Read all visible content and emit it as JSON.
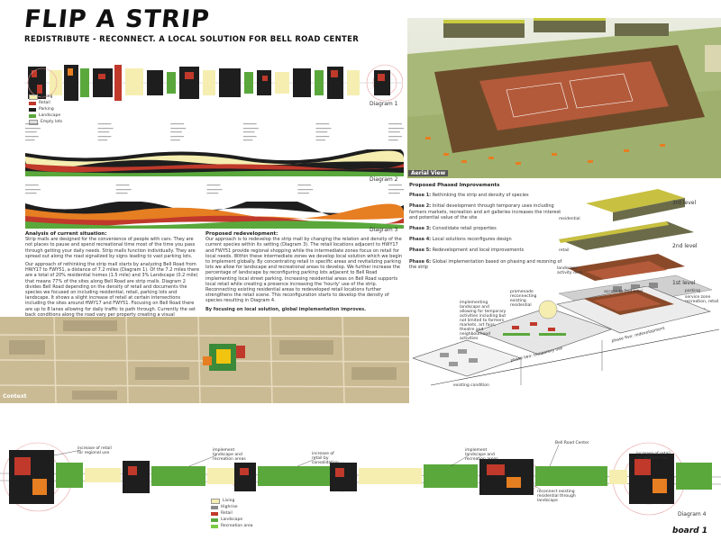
{
  "header": {
    "title": "FLIP A STRIP",
    "subtitle": "REDISTRIBUTE - RECONNECT. A LOCAL SOLUTION FOR BELL ROAD CENTER"
  },
  "diagrams": {
    "d1": "Diagram 1",
    "d2": "Diagram 2",
    "d3": "Diagram 3",
    "d4": "Diagram 4"
  },
  "legend_top": [
    "Living",
    "Retail",
    "Parking",
    "Landscape",
    "Empty lots"
  ],
  "legend_bottom": [
    "Living",
    "Highrise",
    "Retail",
    "Landscape",
    "Recreation area"
  ],
  "colors": {
    "living": "#f5eeb0",
    "retail": "#c0392b",
    "parking": "#1e1e1e",
    "landscape": "#5aa83c",
    "recreation": "#7ac943",
    "highrise": "#8a8a8a",
    "orange": "#e67e22"
  },
  "analysis": {
    "heading": "Analysis of current situation:",
    "p1": "Strip malls are designed for the convenience of people with cars. They are not places to pause and spend recreational time most of the time you pass through getting your daily needs. Strip malls function individually. They are spread out along the road signalized by signs leading to vast parking lots.",
    "p2": "Our approach of rethinking the strip mall starts by analyzing Bell Road from HWY17 to FWY51, a distance of 7.2 miles (Diagram 1). Of the 7.2 miles there are a total of 20% residential homes (1.5 mile) and 3% Landscape (0.2 mile) that means 77% of the sites along Bell Road are strip malls. Diagram 2 divides Bell Road depending on the density of retail and documents the species we focused on including residential, retail, parking lots and landscape. It shows a slight increase of retail at certain intersections including the sites around HWY17 and FWY51. Focusing on Bell Road there are up to 8 lanes allowing for daily traffic to path through. Currently the set back conditions along the road vary per property creating a visual interruption. The numbers show that the relationship to the total retail and parking are vast. Retail occupies about % of the site while the parking absorbs %."
  },
  "redevelopment": {
    "heading": "Proposed redevelopment:",
    "p1": "Our approach is to redevelop the strip mall by changing the relation and density of the current species within its setting (Diagram 3). The retail locations adjacent to HWY17 and FWY51 provide regional shopping while the intermediate zones focus on retail for local needs. Within these intermediate zones we develop local solution which we begin to implement globally. By concentrating retail in specific areas and revitalizing parking lots we allow for landscape and recreational areas to develop. We further increase the percentage of landscape by reconfiguring parking lots adjacent to Bell Road implementing local street parking. Increasing residential areas on Bell Road supports local retail while creating a presence increasing the 'hourly' use of the strip. Reconnecting existing residential areas to redeveloped retail locations further strengthens the retail scene. This reconfiguration starts to develop the density of species resulting in Diagram 4.",
    "p2": "By focusing on local solution, global implementation improves."
  },
  "context_label": "Context",
  "aerial_label": "Aerial View",
  "phases": {
    "heading": "Proposed Phased Improvements",
    "items": [
      {
        "label": "Phase 1:",
        "text": "Rethinking the strip and density of species"
      },
      {
        "label": "Phase 2:",
        "text": "Initial development through temporary uses including farmers markets, recreation and art galleries increases the interest and potential value of the site"
      },
      {
        "label": "Phase 3:",
        "text": "Consolidate retail properties"
      },
      {
        "label": "Phase 4:",
        "text": "Local solutions reconfigures design"
      },
      {
        "label": "Phase 5:",
        "text": "Redevelopment and local improvements"
      },
      {
        "label": "Phase 6:",
        "text": "Global implementation based on phasing and rezoning of the strip"
      }
    ]
  },
  "axon_labels": {
    "level3": "3rd level",
    "level2": "2nd level",
    "level1": "1st level",
    "residential": "residential",
    "retail": "retail",
    "landscape_activity": "landscape activity deck",
    "parking": "parking",
    "service": "service zone recreation, retail",
    "landscape": "landscape",
    "access": "access to 2nd level",
    "promenade": "promenade reconnecting existing residential",
    "implementing": "implementing landscape and allowing for temporary activities including but not limited to farmers markets, art fairs, theatre and neighbourhood activities",
    "phase_two": "phase two: temporary use",
    "phase_five": "phase five: redevelopment",
    "existing": "existing condition"
  },
  "map_labels": {
    "ann1": "increase of retail for regional use",
    "ann2": "implement landscape and recreation areas",
    "ann3": "increase of retail by consolidation",
    "ann4": "implement landscape and recreation areas",
    "ann5": "Bell Road Center",
    "ann6": "reconnect existing residential through landscape",
    "ann7": "increase of retail for regional use"
  },
  "footer": "board 1"
}
